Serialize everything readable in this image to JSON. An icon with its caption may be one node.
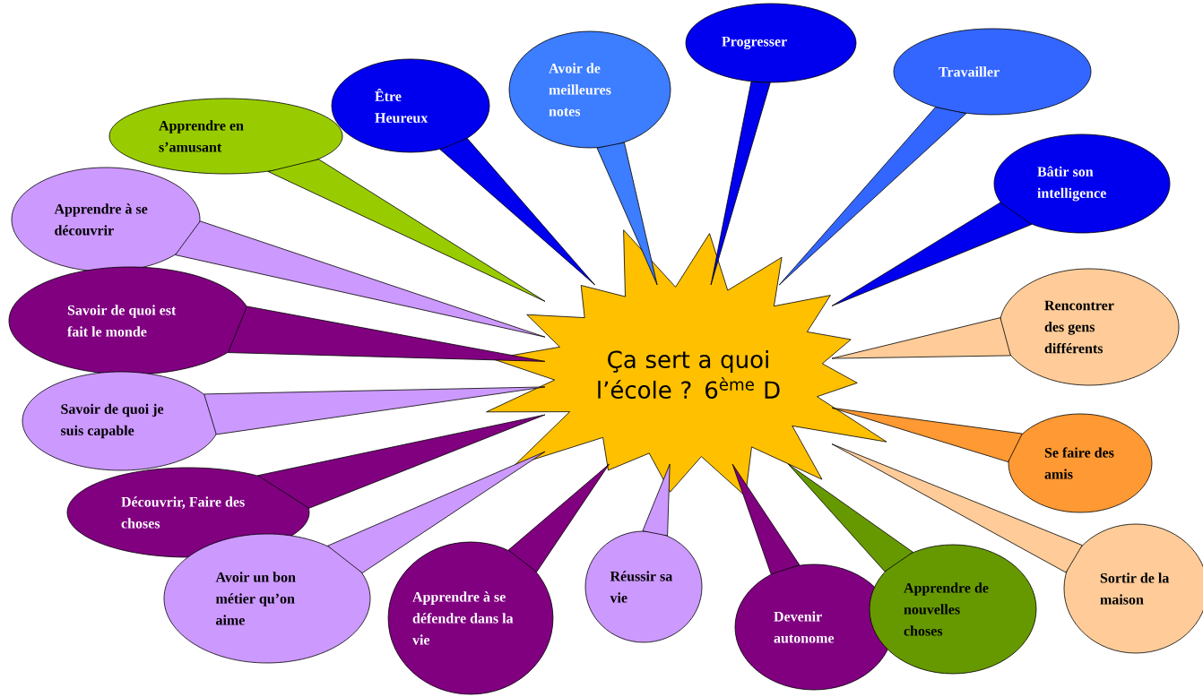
{
  "diagram": {
    "nodes": [
      {
        "text": [
          "Ça sert a quoi l’école ? 6$^{ème}$ D"
        ]
      },
      {
        "text": [
          "Apprendre en s’amusant"
        ]
      },
      {
        "text": [
          "Être Heureux"
        ]
      },
      {
        "text": [
          "Avoir de meilleures notes"
        ]
      },
      {
        "text": [
          "Progresser"
        ]
      },
      {
        "text": [
          "Travailler"
        ]
      },
      {
        "text": [
          "Bâtir son intelligence"
        ]
      },
      {
        "text": [
          "Apprendre à se découvrir"
        ]
      },
      {
        "text": [
          "Savoir de quoi est fait le monde"
        ]
      },
      {
        "text": [
          "Rencontrer des gens différents"
        ]
      },
      {
        "text": [
          "Savoir de quoi je suis capable"
        ]
      },
      {
        "text": [
          "Se faire des amis"
        ]
      },
      {
        "text": [
          "Découvrir, Faire des choses"
        ]
      },
      {
        "text": [
          "Avoir un bon métier qu’on aime"
        ]
      },
      {
        "text": [
          "Apprendre à se défendre dans la vie"
        ]
      },
      {
        "text": [
          "Réussir sa vie"
        ]
      },
      {
        "text": [
          "Devenir autonome"
        ]
      },
      {
        "text": [
          "Apprendre de nouvelles choses"
        ]
      },
      {
        "text": [
          "Sortir de la maison"
        ]
      }
    ],
    "edges": [
      {
        "from": 1,
        "to": 0,
        "arrow": "none"
      },
      {
        "from": 2,
        "to": 0,
        "arrow": "none"
      },
      {
        "from": 3,
        "to": 0,
        "arrow": "none"
      },
      {
        "from": 4,
        "to": 0,
        "arrow": "none"
      },
      {
        "from": 5,
        "to": 0,
        "arrow": "none"
      },
      {
        "from": 6,
        "to": 0,
        "arrow": "none"
      },
      {
        "from": 7,
        "to": 0,
        "arrow": "none"
      },
      {
        "from": 8,
        "to": 0,
        "arrow": "none"
      },
      {
        "from": 9,
        "to": 0,
        "arrow": "none"
      },
      {
        "from": 10,
        "to": 0,
        "arrow": "none"
      },
      {
        "from": 11,
        "to": 0,
        "arrow": "none"
      },
      {
        "from": 12,
        "to": 0,
        "arrow": "none"
      },
      {
        "from": 13,
        "to": 0,
        "arrow": "none"
      },
      {
        "from": 14,
        "to": 0,
        "arrow": "none"
      },
      {
        "from": 15,
        "to": 0,
        "arrow": "none"
      },
      {
        "from": 16,
        "to": 0,
        "arrow": "none"
      },
      {
        "from": 17,
        "to": 0,
        "arrow": "none"
      },
      {
        "from": 18,
        "to": 0,
        "arrow": "none"
      }
    ]
  }
}
